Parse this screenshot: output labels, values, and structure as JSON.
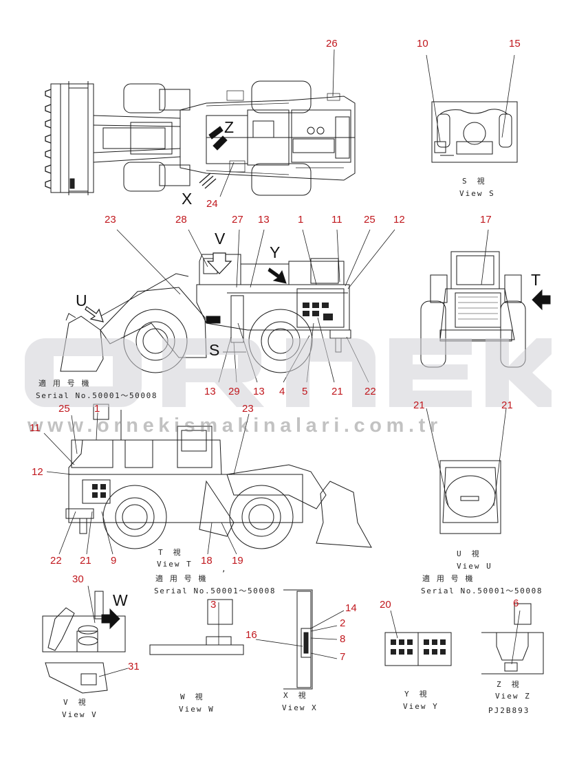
{
  "drawing_code": "PJ2B893",
  "watermark": {
    "brand": "ORNEK",
    "url": "www.ornekismakinalari.com.tr",
    "accent_color": "#f0c419",
    "mark_color": "#cfcfd6"
  },
  "callout_color": "#c0161c",
  "callouts": [
    "26",
    "10",
    "15",
    "24",
    "23",
    "28",
    "27",
    "13",
    "1",
    "11",
    "25",
    "12",
    "17",
    "13",
    "29",
    "13",
    "4",
    "5",
    "21",
    "22",
    "21",
    "21",
    "25",
    "1",
    "23",
    "11",
    "12",
    "22",
    "21",
    "9",
    "18",
    "19",
    "30",
    "3",
    "14",
    "2",
    "8",
    "16",
    "7",
    "20",
    "6",
    "31"
  ],
  "view_letters": {
    "top_x": "X",
    "top_z": "Z",
    "side_v": "V",
    "side_y": "Y",
    "side_u": "U",
    "side_s": "S",
    "front_t": "T",
    "cab_w": "W"
  },
  "captions": {
    "view_s": [
      "S　視",
      "View S"
    ],
    "view_t": [
      "T　視",
      "View T"
    ],
    "view_u": [
      "U　視",
      "View U"
    ],
    "view_v": [
      "V　視",
      "View V"
    ],
    "view_w": [
      "W　視",
      "View W"
    ],
    "view_x": [
      "X　視",
      "View X"
    ],
    "view_y": [
      "Y　視",
      "View Y"
    ],
    "view_z": [
      "Z　視",
      "View Z"
    ]
  },
  "serial_blocks": {
    "left": {
      "label": "適 用 号 機",
      "serial": "Serial No.50001～50008"
    },
    "center": {
      "label": "適 用 号 機",
      "serial": "Serial No.50001～50008"
    },
    "right": {
      "label": "適 用 号 機",
      "serial": "Serial No.50001～50008"
    }
  },
  "misc": {
    "comma": ","
  }
}
